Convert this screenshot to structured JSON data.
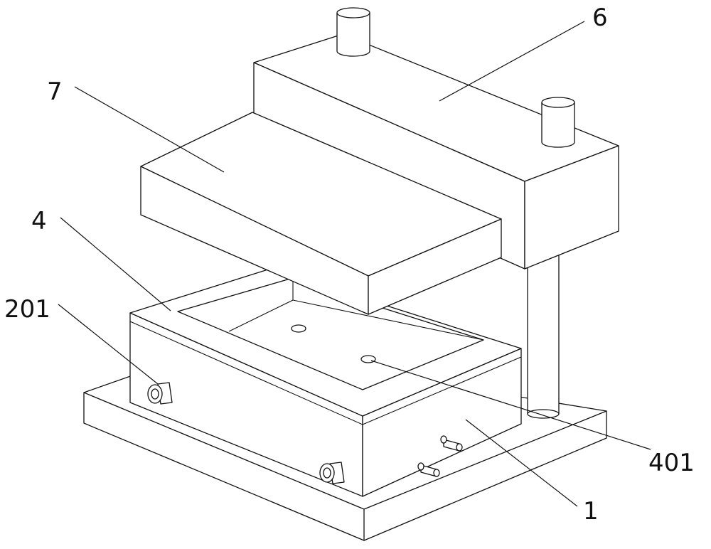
{
  "diagram": {
    "labels": {
      "part_1": "1",
      "part_4": "4",
      "part_6": "6",
      "part_7": "7",
      "part_201": "201",
      "part_401": "401"
    },
    "colors": {
      "line": "#111111",
      "background": "#ffffff"
    }
  }
}
